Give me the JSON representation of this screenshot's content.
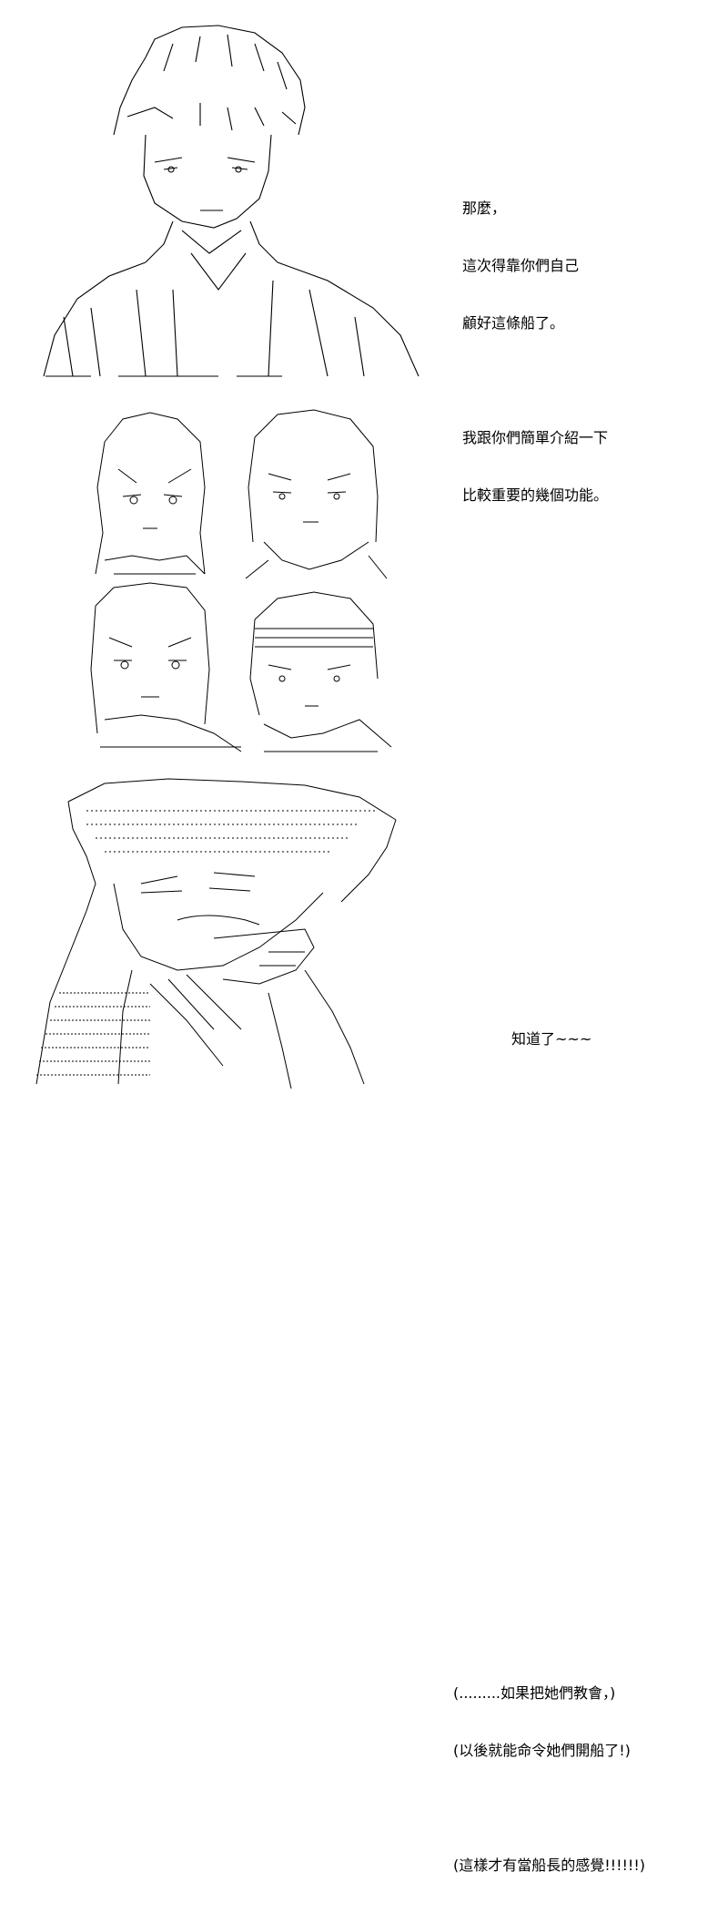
{
  "panels": [
    {
      "art": "ascii-art-character-captain",
      "dialogue": [
        "那麼，",
        "這次得靠你們自己",
        "顧好這條船了。",
        "",
        "我跟你們簡單介紹一下",
        "比較重要的幾個功能。"
      ]
    },
    {
      "art": "ascii-art-four-crew-members",
      "dialogue": [
        "知道了~~~"
      ]
    },
    {
      "art": "ascii-art-character-smirking",
      "dialogue": [
        "(.........如果把她們教會，)",
        "(以後就能命令她們開船了!)",
        "",
        "(這樣才有當船長的感覺!!!!!!)"
      ]
    }
  ]
}
